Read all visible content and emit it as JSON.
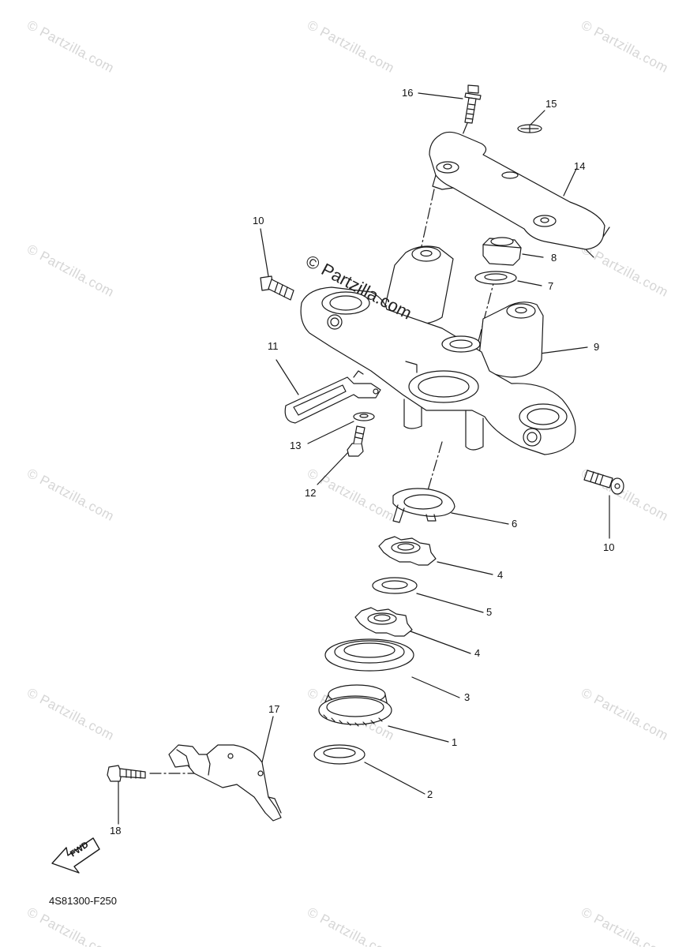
{
  "watermark": {
    "text": "© Partzilla.com"
  },
  "center_watermark": "© Partzilla.com",
  "diagram_code": "4S81300-F250",
  "fwd_arrow": {
    "label": "FWD",
    "icon": "fwd-arrow-icon"
  },
  "callouts": {
    "c1": "1",
    "c2": "2",
    "c3": "3",
    "c4a": "4",
    "c4b": "4",
    "c5": "5",
    "c6": "6",
    "c7": "7",
    "c8": "8",
    "c9": "9",
    "c10a": "10",
    "c10b": "10",
    "c11": "11",
    "c12": "12",
    "c13": "13",
    "c14": "14",
    "c15": "15",
    "c16": "16",
    "c17": "17",
    "c18": "18"
  },
  "colors": {
    "line": "#1a1a1a",
    "fill": "#ffffff",
    "watermark": "#d6d6d6"
  }
}
